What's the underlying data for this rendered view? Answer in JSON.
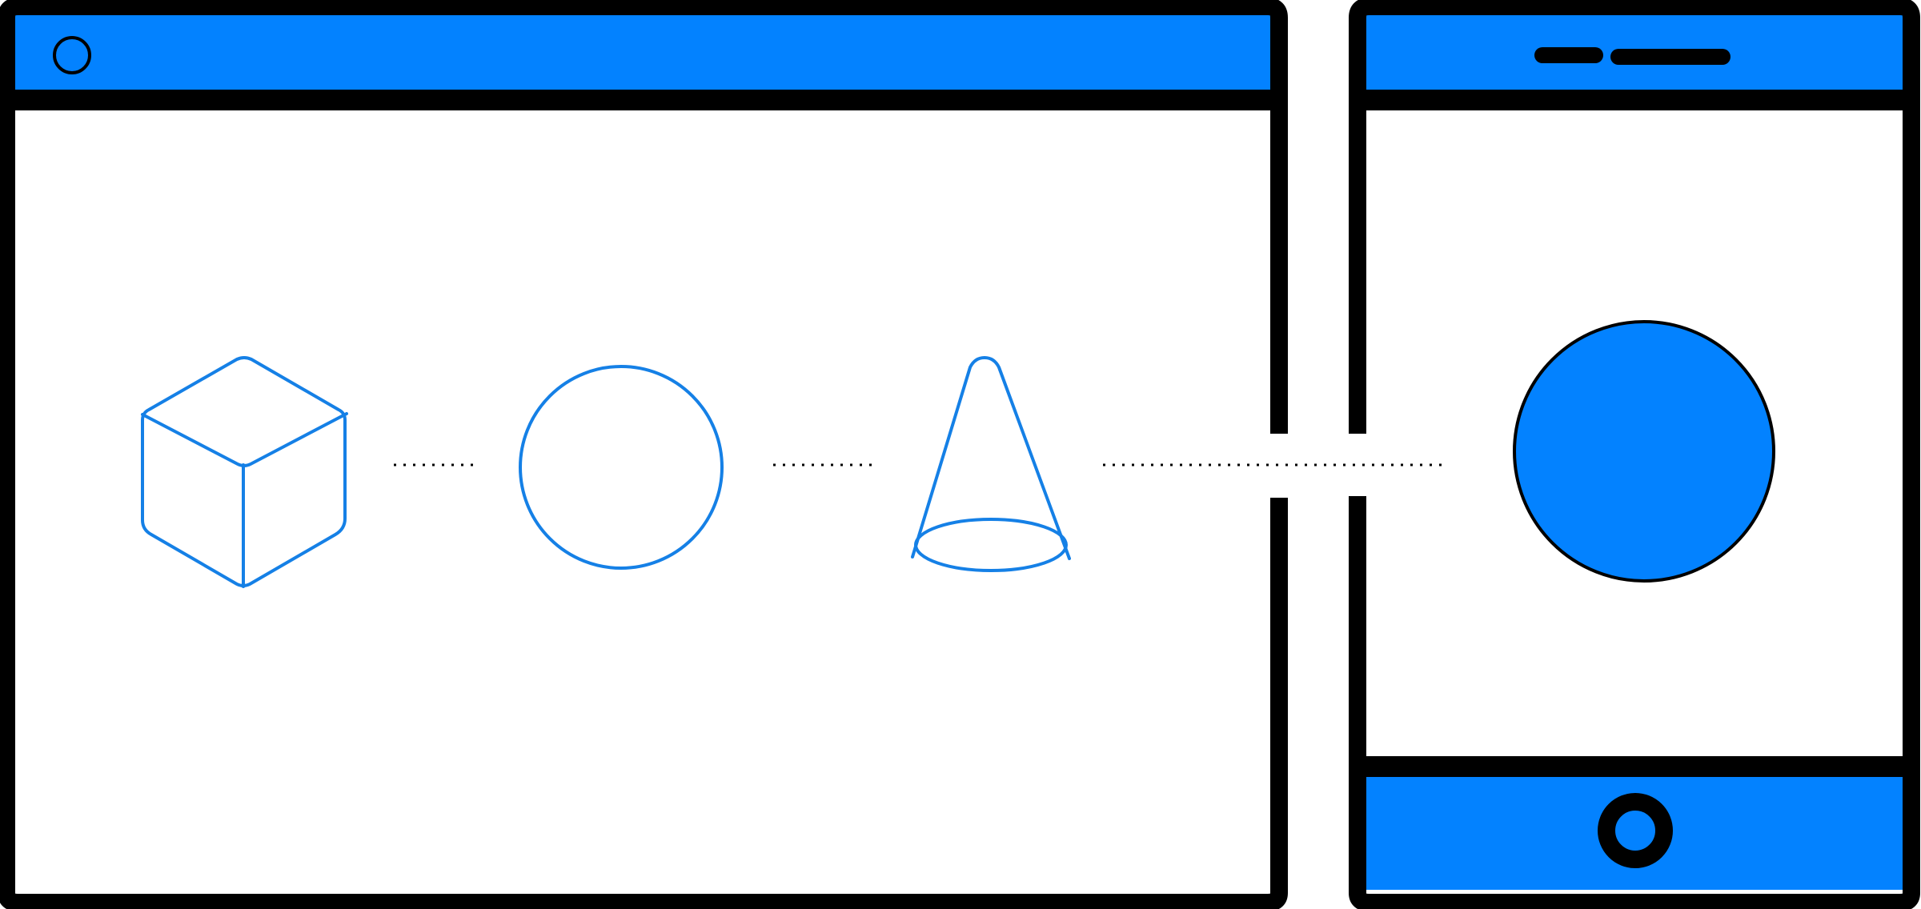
{
  "colors": {
    "accent": "#0382ff",
    "outline": "#000000",
    "shape_stroke": "#1580e6",
    "background": "#ffffff"
  },
  "desktop_window": {
    "titlebar_icon": "circle-icon"
  },
  "shapes": [
    {
      "name": "cube-shape"
    },
    {
      "name": "sphere-shape"
    },
    {
      "name": "cone-shape"
    }
  ],
  "mobile_device": {
    "display_shape": "filled-circle",
    "status_indicators": 2,
    "home_button": "ring-icon"
  }
}
